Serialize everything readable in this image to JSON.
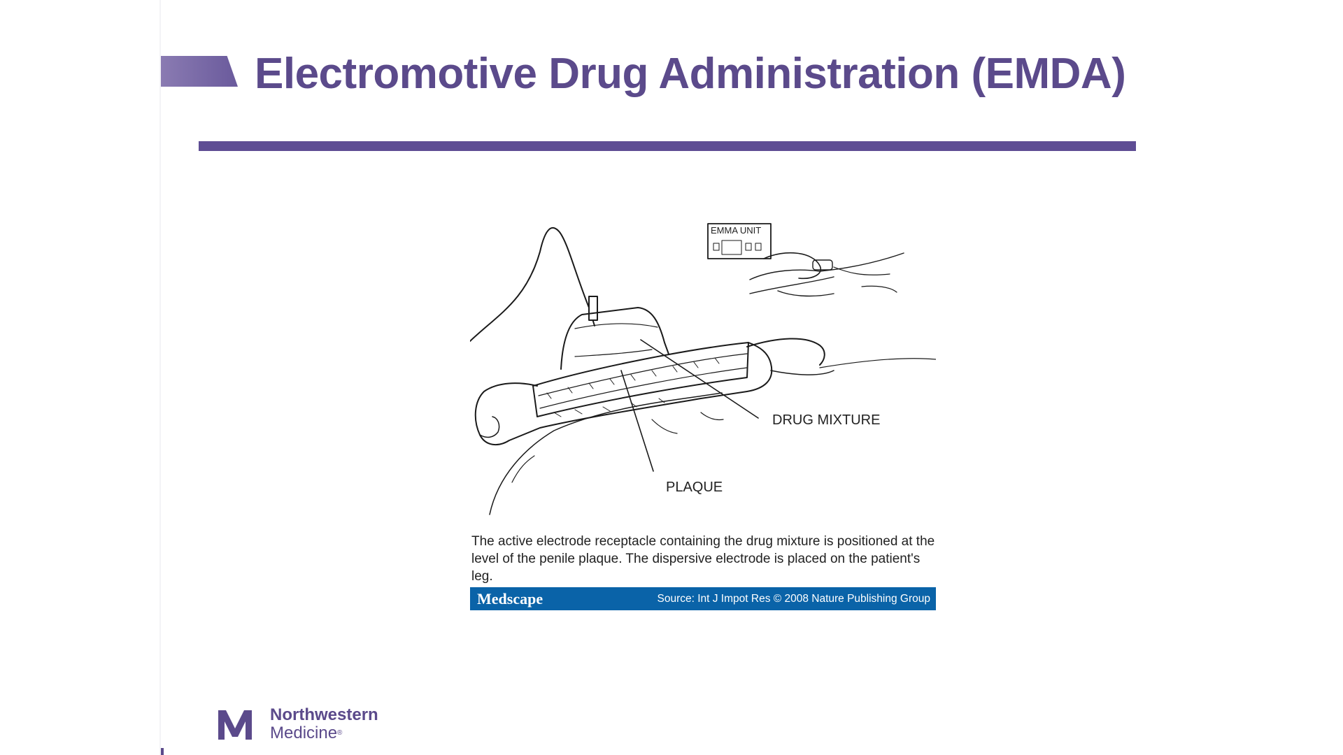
{
  "slide": {
    "title": "Electromotive Drug Administration (EMDA)"
  },
  "figure": {
    "labels": {
      "device": "EMMA UNIT",
      "drug": "DRUG MIXTURE",
      "plaque": "PLAQUE"
    },
    "caption": "The active electrode receptacle containing the drug mixture is positioned at the level of the penile plaque. The dispersive electrode is placed on the patient's leg.",
    "source_bar": {
      "logo": "Medscape",
      "source": "Source: Int J Impot Res © 2008 Nature Publishing Group"
    }
  },
  "footer": {
    "brand_line1": "Northwestern",
    "brand_line2": "Medicine",
    "registered": "®"
  },
  "colors": {
    "accent": "#5b4a8b",
    "source_bar": "#0a63a8"
  },
  "icons": [
    "northwestern-medicine-logo-icon"
  ]
}
